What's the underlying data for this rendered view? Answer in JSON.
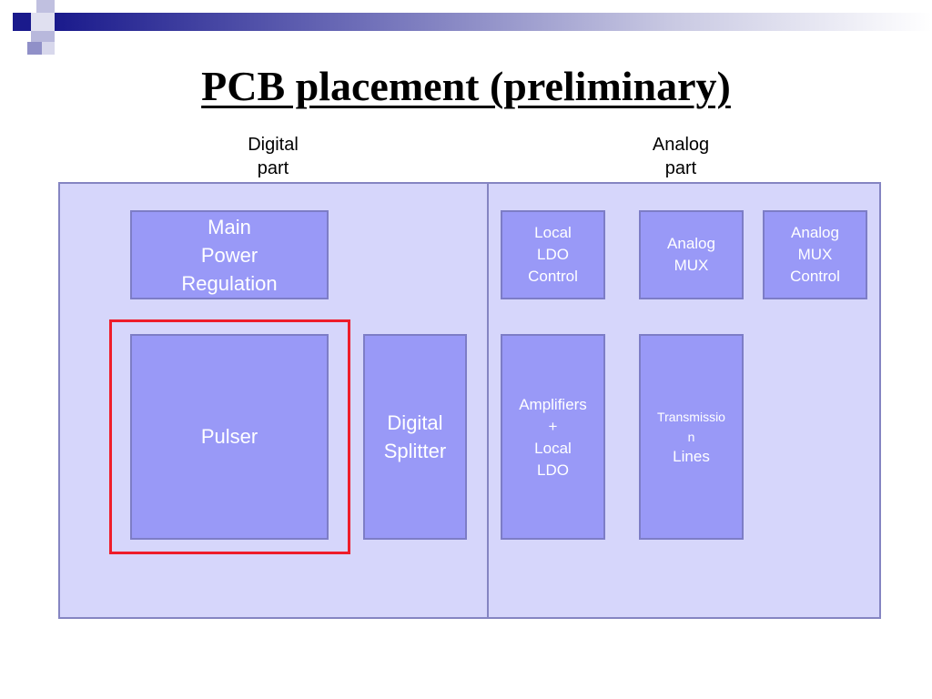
{
  "slide": {
    "title": "PCB placement (preliminary)",
    "digital_label": "Digital\npart",
    "analog_label": "Analog\npart"
  },
  "blocks": {
    "main_power": "Main\nPower\nRegulation",
    "pulser": "Pulser",
    "digital_splitter": "Digital\nSplitter",
    "local_ldo_control": "Local\nLDO\nControl",
    "analog_mux": "Analog\nMUX",
    "analog_mux_control": "Analog\nMUX\nControl",
    "amplifiers": "Amplifiers\n+\nLocal\nLDO",
    "transmission_lines_top": "Transmissio\nn",
    "transmission_lines_bottom": "Lines"
  },
  "colors": {
    "board_fill": "#d6d6fb",
    "block_fill": "#9999f7",
    "highlight": "#ee1c2a",
    "title_bar": "#1a1a8c"
  }
}
